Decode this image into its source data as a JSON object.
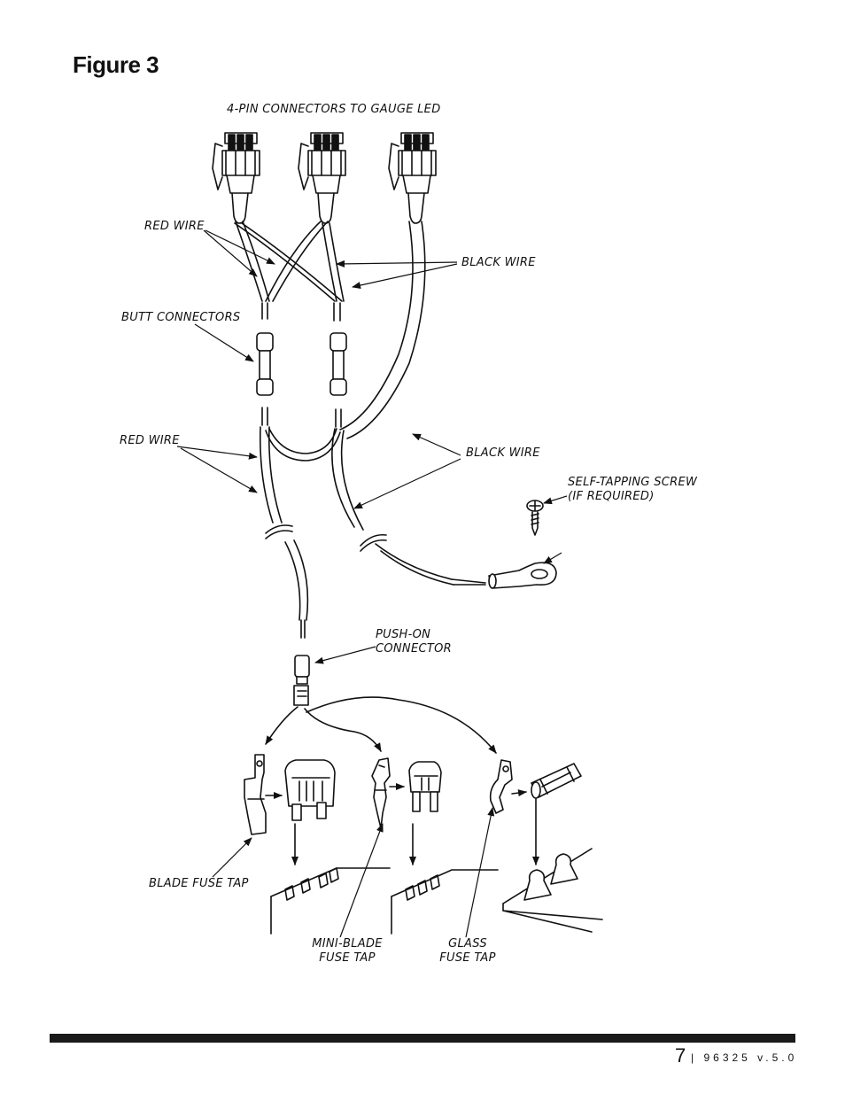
{
  "figure": {
    "title": "Figure 3"
  },
  "labels": {
    "connectors_top": "4-PIN CONNECTORS TO GAUGE LED",
    "red_wire_top": "RED WIRE",
    "black_wire_top": "BLACK WIRE",
    "butt_connectors": "BUTT CONNECTORS",
    "red_wire_bottom": "RED WIRE",
    "black_wire_bottom": "BLACK WIRE",
    "screw_line1": "SELF-TAPPING SCREW",
    "screw_line2": "(IF REQUIRED)",
    "push_on_line1": "PUSH-ON",
    "push_on_line2": "CONNECTOR",
    "blade_fuse_tap": "BLADE FUSE TAP",
    "mini_blade_line1": "MINI-BLADE",
    "mini_blade_line2": "FUSE TAP",
    "glass_line1": "GLASS",
    "glass_line2": "FUSE TAP"
  },
  "footer": {
    "page_number": "7",
    "separator": "|",
    "doc_version": "96325 v.5.0"
  }
}
